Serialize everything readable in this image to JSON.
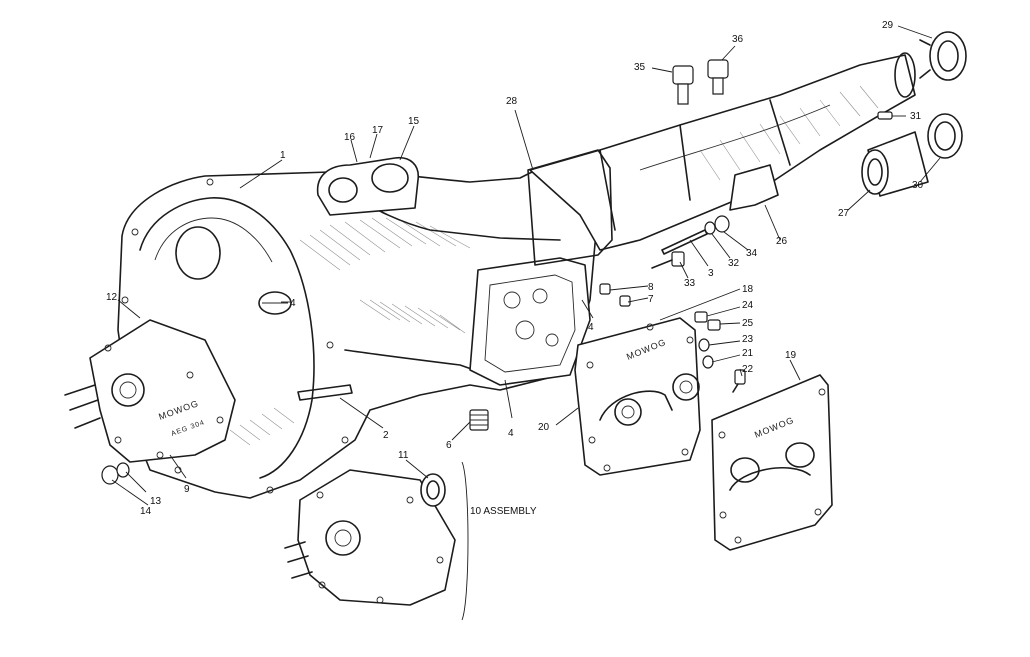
{
  "callouts": [
    {
      "id": "1",
      "text": "1"
    },
    {
      "id": "2",
      "text": "2"
    },
    {
      "id": "3",
      "text": "3"
    },
    {
      "id": "4a",
      "text": "4"
    },
    {
      "id": "4b",
      "text": "4"
    },
    {
      "id": "4c",
      "text": "4"
    },
    {
      "id": "6",
      "text": "6"
    },
    {
      "id": "7",
      "text": "7"
    },
    {
      "id": "8",
      "text": "8"
    },
    {
      "id": "9",
      "text": "9"
    },
    {
      "id": "10",
      "text": "10 ASSEMBLY"
    },
    {
      "id": "11",
      "text": "11"
    },
    {
      "id": "12",
      "text": "12"
    },
    {
      "id": "13",
      "text": "13"
    },
    {
      "id": "14",
      "text": "14"
    },
    {
      "id": "15",
      "text": "15"
    },
    {
      "id": "16",
      "text": "16"
    },
    {
      "id": "17",
      "text": "17"
    },
    {
      "id": "18",
      "text": "18"
    },
    {
      "id": "19",
      "text": "19"
    },
    {
      "id": "20",
      "text": "20"
    },
    {
      "id": "21",
      "text": "21"
    },
    {
      "id": "22",
      "text": "22"
    },
    {
      "id": "23",
      "text": "23"
    },
    {
      "id": "24",
      "text": "24"
    },
    {
      "id": "25",
      "text": "25"
    },
    {
      "id": "26",
      "text": "26"
    },
    {
      "id": "27",
      "text": "27"
    },
    {
      "id": "28",
      "text": "28"
    },
    {
      "id": "29",
      "text": "29"
    },
    {
      "id": "30",
      "text": "30"
    },
    {
      "id": "31",
      "text": "31"
    },
    {
      "id": "32",
      "text": "32"
    },
    {
      "id": "33",
      "text": "33"
    },
    {
      "id": "34",
      "text": "34"
    },
    {
      "id": "35",
      "text": "35"
    },
    {
      "id": "36",
      "text": "36"
    }
  ],
  "stamps": {
    "cover_side": "MOWOG",
    "cover_small": "MOWOG",
    "front_cover": "MOWOG",
    "front_cover_num": "AEG 304"
  }
}
